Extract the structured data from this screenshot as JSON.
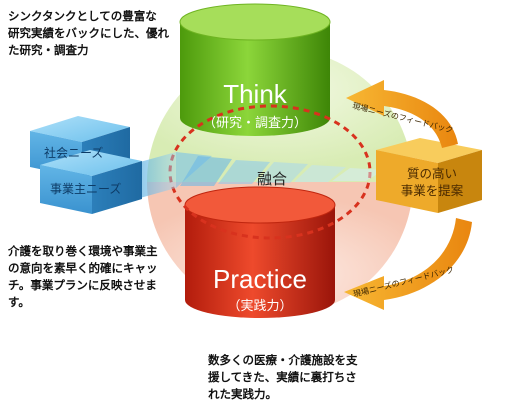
{
  "texts": {
    "top_left": "シンクタンクとしての豊富な\n研究実績をバックにした、優れ\nた研究・調査力",
    "mid_left": "介護を取り巻く環境や事業主\nの意向を素早く的確にキャッ\nチ。事業プランに反映させま\nす。",
    "bottom": "数多くの医療・介護施設を支\n援してきた、実績に裏打ちさ\nれた実践力。"
  },
  "think": {
    "title": "Think",
    "subtitle": "（研究・調査力）"
  },
  "practice": {
    "title": "Practice",
    "subtitle": "（実践力）"
  },
  "center_label": "融合",
  "cube_left_top": "社会ニーズ",
  "cube_left_bottom": "事業主ニーズ",
  "cube_right": {
    "line1": "質の高い",
    "line2": "事業を提案"
  },
  "feedback_top": "現場ニーズのフィードバック",
  "feedback_bottom": "現場ニーズのフィードバック",
  "colors": {
    "green": "#7dc42b",
    "red": "#d8321e",
    "blue": "#4aa3d8",
    "orange": "#f0a21a",
    "cube_yellow": "#e8a823"
  }
}
